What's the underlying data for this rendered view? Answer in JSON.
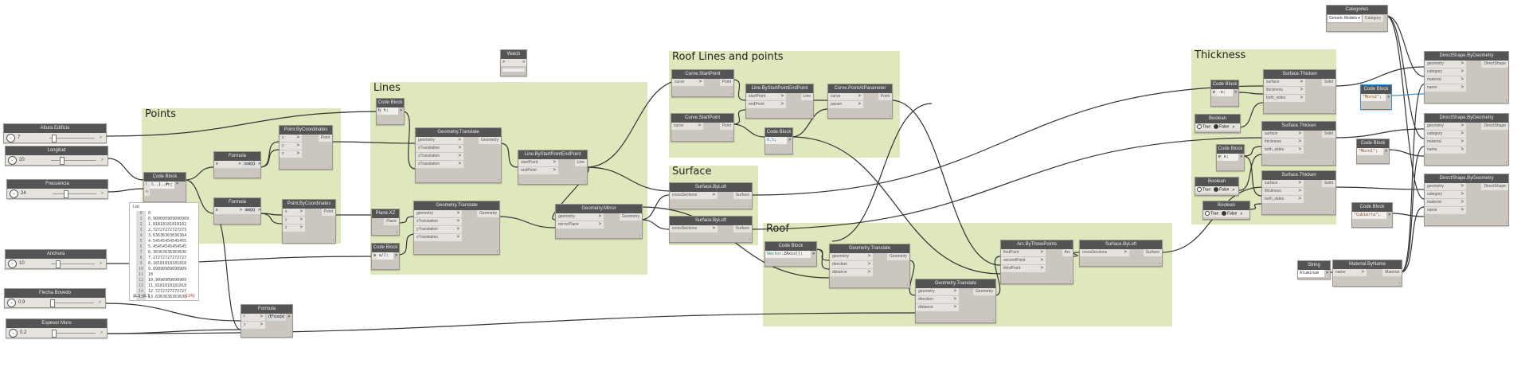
{
  "groups": {
    "points": "Points",
    "lines": "Lines",
    "roof_lines": "Roof Lines and points",
    "surface": "Surface",
    "roof": "Roof",
    "thickness": "Thickness"
  },
  "sliders": [
    {
      "label": "Altura Edificio",
      "value": "7",
      "fraction": 0.05
    },
    {
      "label": "Longitud",
      "value": "20",
      "fraction": 0.2
    },
    {
      "label": "Frecuencia",
      "value": "24",
      "fraction": 0.25
    },
    {
      "label": "Anchura",
      "value": "10",
      "fraction": 0.1
    },
    {
      "label": "Flecha Bovedo",
      "value": "0.9",
      "fraction": 0.0
    },
    {
      "label": "Espesor Muro",
      "value": "0.2",
      "fraction": 0.0
    }
  ],
  "ports": {
    "output_arrow": ">",
    "chevron": ">",
    "lacing": "l"
  },
  "nodes": {
    "watch": {
      "title": "Watch"
    },
    "cb_points": {
      "title": "Code Block",
      "code_num1": "0",
      "code_rest": "..1..#n;",
      "inputs": [
        "l",
        "n"
      ]
    },
    "formula_cos": {
      "title": "Formula",
      "input": "x",
      "expr": "cos(x)"
    },
    "formula_sin": {
      "title": "Formula",
      "input": "x",
      "expr": "sin(x)"
    },
    "pt1": {
      "title": "Point.ByCoordinates",
      "inputs": [
        "x",
        "y",
        "z"
      ],
      "output": "Point"
    },
    "pt2": {
      "title": "Point.ByCoordinates",
      "inputs": [
        "x",
        "y",
        "z"
      ],
      "output": "Point"
    },
    "formula_f": {
      "title": "Formula",
      "inputs": [
        "f",
        "x"
      ],
      "expr": "(f)*cos(x)"
    },
    "cb_lines": {
      "title": "Code Block",
      "input": "h",
      "code": "h;"
    },
    "translate1": {
      "title": "Geometry.Translate",
      "inputs": [
        "geometry",
        "xTranslation",
        "yTranslation",
        "zTranslation"
      ],
      "output": "Geometry"
    },
    "line1": {
      "title": "Line.ByStartPointEndPoint",
      "inputs": [
        "startPoint",
        "endPoint"
      ],
      "output": "Line"
    },
    "plane": {
      "title": "Plane.XZ",
      "output": "Plane"
    },
    "cb_half": {
      "title": "Code Block",
      "input": "a",
      "code_pre": "a/",
      "code_num": "2",
      "code_post": ";"
    },
    "translate2": {
      "title": "Geometry.Translate",
      "inputs": [
        "geometry",
        "xTranslation",
        "yTranslation",
        "zTranslation"
      ],
      "output": "Geometry"
    },
    "mirror": {
      "title": "Geometry.Mirror",
      "inputs": [
        "geometry",
        "mirrorPlane"
      ],
      "output": "Geometry"
    },
    "csp1": {
      "title": "Curve.StartPoint",
      "input": "curve",
      "output": "Point"
    },
    "csp2": {
      "title": "Curve.StartPoint",
      "input": "curve",
      "output": "Point"
    },
    "line2": {
      "title": "Line.ByStartPointEndPoint",
      "inputs": [
        "startPoint",
        "endPoint"
      ],
      "output": "Line"
    },
    "cpap": {
      "title": "Curve.PointAtParameter",
      "inputs": [
        "curve",
        "param"
      ],
      "output": "Point"
    },
    "cb_05": {
      "title": "Code Block",
      "code_num": "0.5",
      "code_post": ";"
    },
    "loft1": {
      "title": "Surface.ByLoft",
      "input": "crossSections",
      "output": "Surface"
    },
    "loft2": {
      "title": "Surface.ByLoft",
      "input": "crossSections",
      "output": "Surface"
    },
    "cb_vector": {
      "title": "Code Block",
      "code_cls": "Vector",
      "code_rest": ".ZAxis();"
    },
    "translate3": {
      "title": "Geometry.Translate",
      "inputs": [
        "geometry",
        "direction",
        "distance"
      ],
      "output": "Geometry"
    },
    "translate4": {
      "title": "Geometry.Translate",
      "inputs": [
        "geometry",
        "direction",
        "distance"
      ],
      "output": "Geometry"
    },
    "arc": {
      "title": "Arc.ByThreePoints",
      "inputs": [
        "firstPoint",
        "secondPoint",
        "thirdPoint"
      ],
      "output": "Arc"
    },
    "loft3": {
      "title": "Surface.ByLoft",
      "input": "crossSections",
      "output": "Surface"
    },
    "cb_neg": {
      "title": "Code Block",
      "input": "e",
      "code": "-e;"
    },
    "thicken1": {
      "title": "Surface.Thicken",
      "inputs": [
        "surface",
        "thickness",
        "both_sides"
      ],
      "output": "Solid"
    },
    "bool1": {
      "title": "Boolean",
      "opt_true": "True",
      "opt_false": "False",
      "selected": "False"
    },
    "cb_e": {
      "title": "Code Block",
      "input": "e",
      "code": "e;"
    },
    "thicken2": {
      "title": "Surface.Thicken",
      "inputs": [
        "surface",
        "thickness",
        "both_sides"
      ],
      "output": "Solid"
    },
    "bool2": {
      "title": "Boolean",
      "opt_true": "True",
      "opt_false": "False",
      "selected": "False"
    },
    "bool3": {
      "title": "Boolean",
      "opt_true": "True",
      "opt_false": "False",
      "selected": "False"
    },
    "thicken3": {
      "title": "Surface.Thicken",
      "inputs": [
        "surface",
        "thickness",
        "both_sides"
      ],
      "output": "Solid"
    },
    "categories": {
      "title": "Categories",
      "selected": "Generic Models",
      "output": "Category"
    },
    "ds1": {
      "title": "DirectShape.ByGeometry",
      "inputs": [
        "geometry",
        "category",
        "material",
        "name"
      ],
      "output": "DirectShape"
    },
    "ds2": {
      "title": "DirectShape.ByGeometry",
      "inputs": [
        "geometry",
        "category",
        "material",
        "name"
      ],
      "output": "DirectShape"
    },
    "ds3": {
      "title": "DirectShape.ByGeometry",
      "inputs": [
        "geometry",
        "category",
        "material",
        "name"
      ],
      "output": "DirectShape"
    },
    "cb_muro2": {
      "title": "Code Block",
      "code_str": "\"Muro2\"",
      "code_post": ";"
    },
    "cb_muro1": {
      "title": "Code Block",
      "code_str": "\"Muro1\"",
      "code_post": ";"
    },
    "cb_cubierta": {
      "title": "Code Block",
      "code_str": "\"Cubierta\"",
      "code_post": ";"
    },
    "string": {
      "title": "String",
      "value": "Aluminum"
    },
    "material": {
      "title": "Material.ByName",
      "input": "name",
      "output": "Material"
    }
  },
  "watch_list": {
    "header": "List",
    "items": [
      {
        "i": "0",
        "v": "0"
      },
      {
        "i": "1",
        "v": "0.909090909090909"
      },
      {
        "i": "2",
        "v": "1.81818181818182"
      },
      {
        "i": "3",
        "v": "2.72727272727273"
      },
      {
        "i": "4",
        "v": "3.63636363636364"
      },
      {
        "i": "5",
        "v": "4.54545454545455"
      },
      {
        "i": "6",
        "v": "5.45454545454545"
      },
      {
        "i": "7",
        "v": "6.36363636363636"
      },
      {
        "i": "8",
        "v": "7.27272727272727"
      },
      {
        "i": "9",
        "v": "8.18181818181818"
      },
      {
        "i": "10",
        "v": "9.09090909090909"
      },
      {
        "i": "11",
        "v": "10"
      },
      {
        "i": "12",
        "v": "10.9090909090909"
      },
      {
        "i": "13",
        "v": "11.8181818181818"
      },
      {
        "i": "14",
        "v": "12.7272727272727"
      },
      {
        "i": "15",
        "v": "13.6363636363636"
      }
    ],
    "levels": "@L2 @L1",
    "count": "{24}"
  }
}
